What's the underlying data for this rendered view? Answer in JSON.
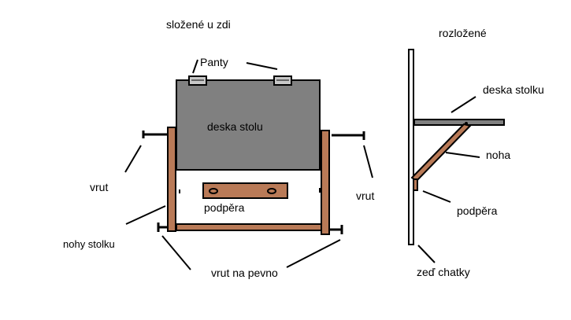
{
  "titles": {
    "folded": "složené u zdi",
    "unfolded": "rozložené"
  },
  "labels": {
    "panty": "Panty",
    "deska_stolu": "deska stolu",
    "podpera_left": "podpěra",
    "vrut_left": "vrut",
    "vrut_right": "vrut",
    "nohy_stolku": "nohy stolku",
    "vrut_na_pevno": "vrut na pevno",
    "deska_stolku": "deska stolku",
    "noha": "noha",
    "podpera_right": "podpěra",
    "zed_chatky": "zeď chatky"
  },
  "colors": {
    "board": "#808080",
    "wood": "#b97a57",
    "line": "#000000",
    "hinge": "#c8c8c8"
  }
}
